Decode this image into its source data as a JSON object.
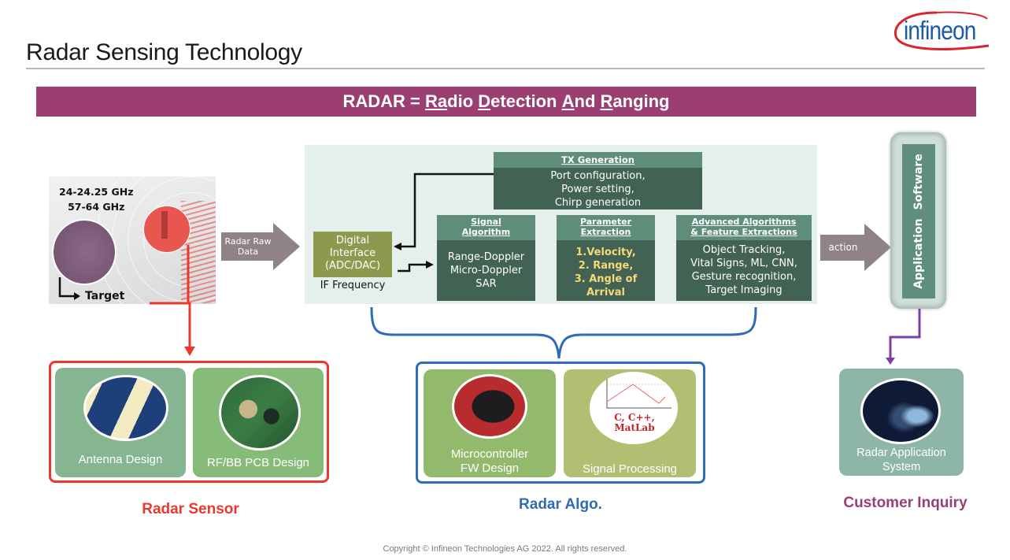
{
  "slide": {
    "title": "Radar Sensing Technology",
    "logo_text": "infineon",
    "banner": {
      "prefix": "RADAR = ",
      "words": [
        {
          "underlined": "Ra",
          "rest": "dio "
        },
        {
          "underlined": "D",
          "rest": "etection "
        },
        {
          "underlined": "A",
          "rest": "nd "
        },
        {
          "underlined": "R",
          "rest": "anging"
        }
      ]
    },
    "copyright": "Copyright © Infineon Technologies AG 2022. All rights reserved."
  },
  "target_image": {
    "freq_line1": "24-24.25 GHz",
    "freq_line2": "57-64 GHz",
    "target_label": "Target"
  },
  "arrows": {
    "raw_data_line1": "Radar Raw",
    "raw_data_line2": "Data",
    "action": "action"
  },
  "processing": {
    "digital_interface": {
      "line1": "Digital",
      "line2": "Interface",
      "line3": "(ADC/DAC)",
      "sublabel": "IF Frequency"
    },
    "tx_generation": {
      "header": "TX Generation",
      "lines": [
        "Port configuration,",
        "Power setting,",
        "Chirp generation"
      ]
    },
    "signal_algorithm": {
      "header_line1": "Signal",
      "header_line2": "Algorithm",
      "lines": [
        "Range-Doppler",
        "Micro-Doppler",
        "SAR"
      ]
    },
    "parameter_extraction": {
      "header_line1": "Parameter",
      "header_line2": "Extraction",
      "lines": [
        "1.Velocity,",
        "2. Range,",
        "3. Angle of",
        "Arrival"
      ]
    },
    "advanced_algorithms": {
      "header_line1": "Advanced Algorithms",
      "header_line2": "& Feature Extractions",
      "lines": [
        "Object Tracking,",
        "Vital Signs, ML, CNN,",
        "Gesture recognition,",
        "Target Imaging"
      ]
    },
    "application_software": "Application Software"
  },
  "groups": {
    "radar_sensor": {
      "title": "Radar Sensor",
      "cards": [
        {
          "label": "Antenna Design"
        },
        {
          "label": "RF/BB PCB Design"
        }
      ]
    },
    "radar_algo": {
      "title": "Radar Algo.",
      "cards": [
        {
          "label_line1": "Microcontroller",
          "label_line2": "FW Design"
        },
        {
          "label": "Signal Processing",
          "code_line1": "C, C++,",
          "code_line2": "MatLab"
        }
      ]
    },
    "customer_inquiry": {
      "title": "Customer Inquiry",
      "card": {
        "label_line1": "Radar Application",
        "label_line2": "System"
      }
    }
  },
  "colors": {
    "banner": "#9b3f73",
    "sensor_red": "#e8392c",
    "algo_blue": "#2f6cb5",
    "customer_purple": "#9b3f73",
    "dark_green_box": "#426353",
    "header_green": "#5e8d79",
    "arrow_gray": "#8f8385",
    "highlight_yellow": "#f5d97a"
  }
}
